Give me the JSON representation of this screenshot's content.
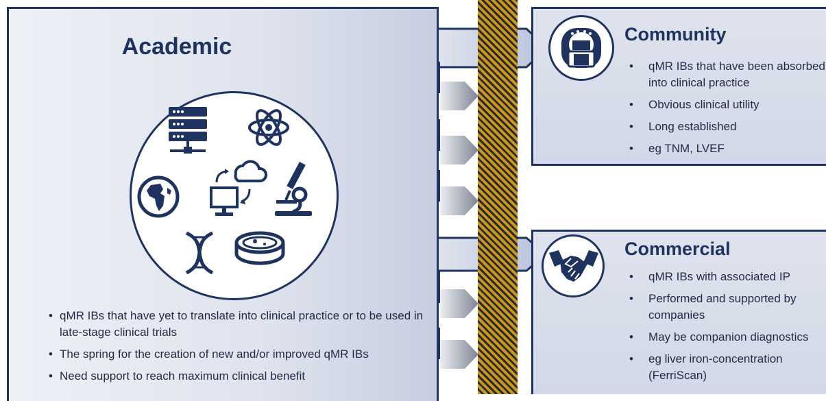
{
  "academic": {
    "title": "Academic",
    "bullets": [
      "qMR IBs that have yet to translate into clinical practice or to be used in late-stage clinical trials",
      "The spring for the creation of new and/or improved qMR IBs",
      "Need support to reach maximum clinical benefit"
    ],
    "icons": [
      "server-icon",
      "atom-icon",
      "globe-icon",
      "computer-cloud-icon",
      "microscope-icon",
      "dna-icon",
      "petri-dish-icon"
    ]
  },
  "community": {
    "title": "Community",
    "icon": "mri-scanner-icon",
    "bullets": [
      "qMR IBs that have been absorbed into clinical practice",
      "Obvious clinical utility",
      "Long established",
      "eg TNM, LVEF"
    ]
  },
  "commercial": {
    "title": "Commercial",
    "icon": "handshake-icon",
    "bullets": [
      "qMR IBs with associated IP",
      "Performed and supported by companies",
      "May be companion diagnostics",
      "eg liver iron-concentration (FerriScan)"
    ]
  },
  "colors": {
    "navy": "#1f3360",
    "stripe_gold": "#c9961f",
    "stripe_dark": "#2a2a2a",
    "panel_bg": "#dfe3ee"
  }
}
